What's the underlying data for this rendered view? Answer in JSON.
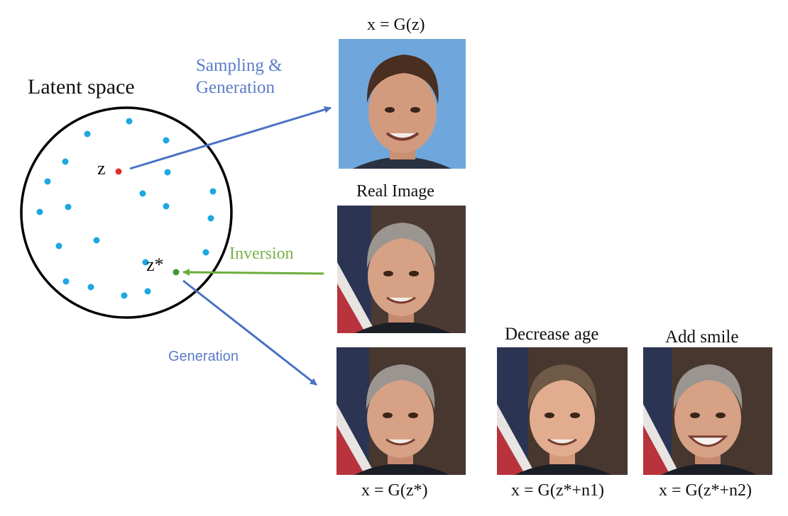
{
  "latent": {
    "title": "Latent space",
    "z_label": "z",
    "zstar_label": "z*"
  },
  "arrows": {
    "sampling_line1": "Sampling &",
    "sampling_line2": "Generation",
    "inversion": "Inversion",
    "generation": "Generation"
  },
  "images": {
    "generated_caption": "x = G(z)",
    "real_caption": "Real Image",
    "reconstruction_caption": "x = G(z*)",
    "decrease_age_title": "Decrease age",
    "decrease_age_caption": "x = G(z*+n1)",
    "add_smile_title": "Add smile",
    "add_smile_caption": "x = G(z*+n2)"
  },
  "colors": {
    "latent_dot": "#1ea7e0",
    "z_point": "#e0302b",
    "zstar_point": "#3a9a3a",
    "blue_arrow": "#4a72c4",
    "green_arrow": "#6cad3c",
    "blue_text": "#5b7cc8",
    "green_text": "#79b24a"
  },
  "icons": {
    "generated_face": "face-photo-icon",
    "real_face": "face-photo-icon"
  }
}
